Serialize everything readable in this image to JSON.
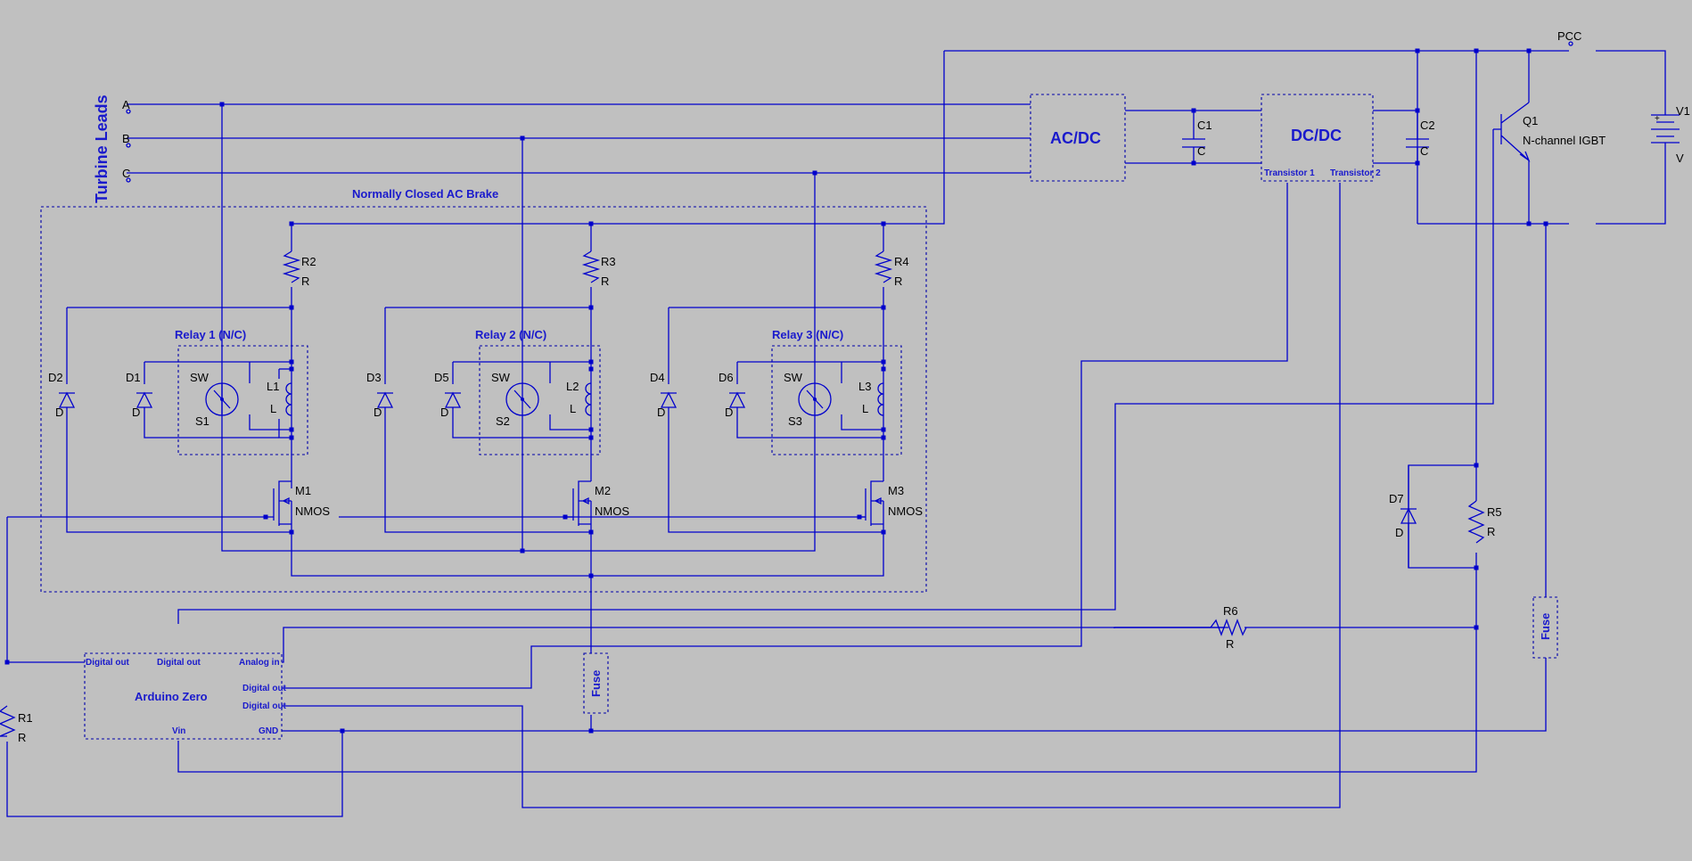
{
  "diagram": {
    "title": "Turbine Leads",
    "brake_title": "Normally Closed AC Brake",
    "pcc": "PCC",
    "phases": [
      "A",
      "B",
      "C"
    ],
    "acdc": "AC/DC",
    "dcdc": "DC/DC",
    "dcdc_t1": "Transistor 1",
    "dcdc_t2": "Transistor 2",
    "c1": {
      "name": "C1",
      "value": "C"
    },
    "c2": {
      "name": "C2",
      "value": "C"
    },
    "q1": {
      "name": "Q1",
      "value": "N-channel IGBT"
    },
    "v1": {
      "name": "V1",
      "value": "V",
      "plus": "+"
    },
    "relays": [
      {
        "title": "Relay 1 (N/C)",
        "res": "R2",
        "res_val": "R",
        "d_outer": "D2",
        "d_inner": "D1",
        "d_val": "D",
        "sw_label": "SW",
        "sw_name": "S1",
        "coil": "L1",
        "coil_val": "L",
        "mos": "M1",
        "mos_val": "NMOS"
      },
      {
        "title": "Relay 2 (N/C)",
        "res": "R3",
        "res_val": "R",
        "d_outer": "D3",
        "d_inner": "D5",
        "d_val": "D",
        "sw_label": "SW",
        "sw_name": "S2",
        "coil": "L2",
        "coil_val": "L",
        "mos": "M2",
        "mos_val": "NMOS"
      },
      {
        "title": "Relay 3 (N/C)",
        "res": "R4",
        "res_val": "R",
        "d_outer": "D4",
        "d_inner": "D6",
        "d_val": "D",
        "sw_label": "SW",
        "sw_name": "S3",
        "coil": "L3",
        "coil_val": "L",
        "mos": "M3",
        "mos_val": "NMOS"
      }
    ],
    "d7": {
      "name": "D7",
      "value": "D"
    },
    "r5": {
      "name": "R5",
      "value": "R"
    },
    "r6": {
      "name": "R6",
      "value": "R"
    },
    "r1": {
      "name": "R1",
      "value": "R"
    },
    "fuse": "Fuse",
    "arduino": {
      "title": "Arduino Zero",
      "pins": [
        "Digital out",
        "Digital out",
        "Analog in",
        "Digital out",
        "Digital out",
        "Vin",
        "GND"
      ]
    }
  }
}
